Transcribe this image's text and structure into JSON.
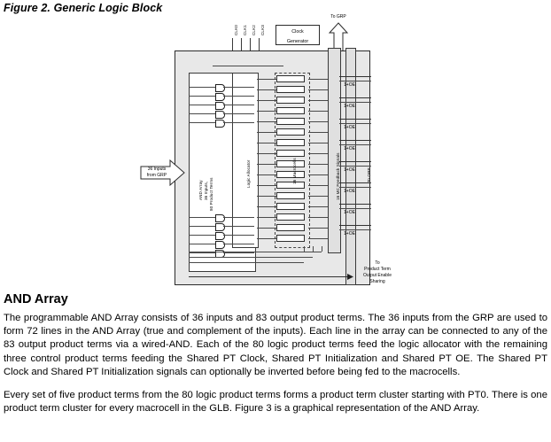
{
  "figure": {
    "caption": "Figure 2. Generic Logic Block",
    "clock_pins": [
      "CLK0",
      "CLK1",
      "CLK2",
      "CLK3"
    ],
    "to_grp_label": "To GRP",
    "clock_generator_line1": "Clock",
    "clock_generator_line2": "Generator",
    "input_arrow_line1": "36 Inputs",
    "input_arrow_line2": "from GRP",
    "and_array_label": "AND Array\n36 Inputs,\n80 Product Terms",
    "and_array_line1": "AND Array",
    "and_array_line2": "36 Inputs,",
    "and_array_line3": "80 Product Terms",
    "logic_allocator_label": "Logic Allocator",
    "macrocells_label": "16 Macrocells",
    "feedback_label": "16 MC Feedback Signals",
    "to_orp_label": "To ORP",
    "oe_label": "1+OE",
    "oe_count": 8,
    "output_enable_line1": "To",
    "output_enable_line2": "Product Term",
    "output_enable_line3": "Output Enable",
    "output_enable_line4": "Sharing",
    "and_gate_count_top": 5,
    "and_gate_count_bottom": 5
  },
  "content": {
    "heading": "AND Array",
    "paragraph_1": "The programmable AND Array consists of 36 inputs and 83 output product terms. The 36 inputs from the GRP are used to form 72 lines in the AND Array (true and complement of the inputs). Each line in the array can be connected to any of the 83 output product terms via a wired-AND. Each of the 80 logic product terms feed the logic allocator with the remaining three control product terms feeding the Shared PT Clock, Shared PT Initialization and Shared PT OE. The Shared PT Clock and Shared PT Initialization signals can optionally be inverted before being fed to the macrocells.",
    "paragraph_2": "Every set of five product terms from the 80 logic product terms forms a product term cluster starting with PT0. There is one product term cluster for every macrocell in the GLB. Figure 3 is a graphical representation of the AND Array."
  }
}
